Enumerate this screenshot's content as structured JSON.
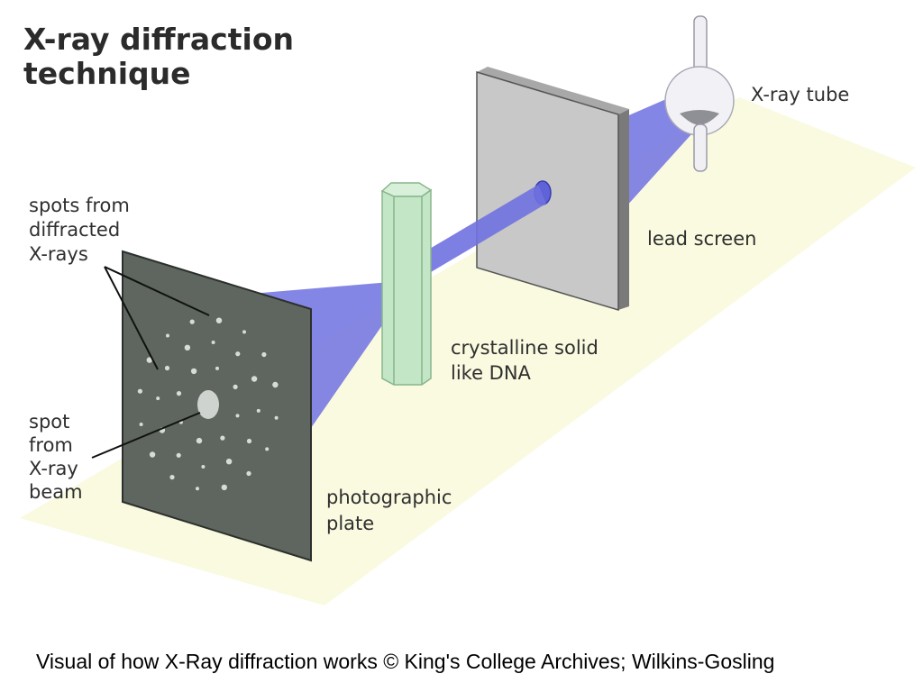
{
  "title": {
    "line1": "X-ray diffraction",
    "line2": "technique"
  },
  "labels": {
    "xray_tube": "X-ray tube",
    "lead_screen": "lead screen",
    "crystal": {
      "line1": "crystalline solid",
      "line2": "like DNA"
    },
    "plate": {
      "line1": "photographic",
      "line2": "plate"
    },
    "spots_diffracted": {
      "line1": "spots from",
      "line2": "diffracted",
      "line3": "X-rays"
    },
    "spot_beam": {
      "line1": "spot",
      "line2": "from",
      "line3": "X-ray",
      "line4": "beam"
    }
  },
  "caption": "Visual of how X-Ray diffraction works © King's College Archives; Wilkins-Gosling",
  "colors": {
    "table": "#fafae0",
    "beam": "#6f71e0",
    "lead_screen_face": "#c8c8c8",
    "lead_screen_side": "#7a7a7a",
    "crystal": "#c3e6c6",
    "plate": "#5f665f",
    "spots": "#d8dcd8"
  }
}
